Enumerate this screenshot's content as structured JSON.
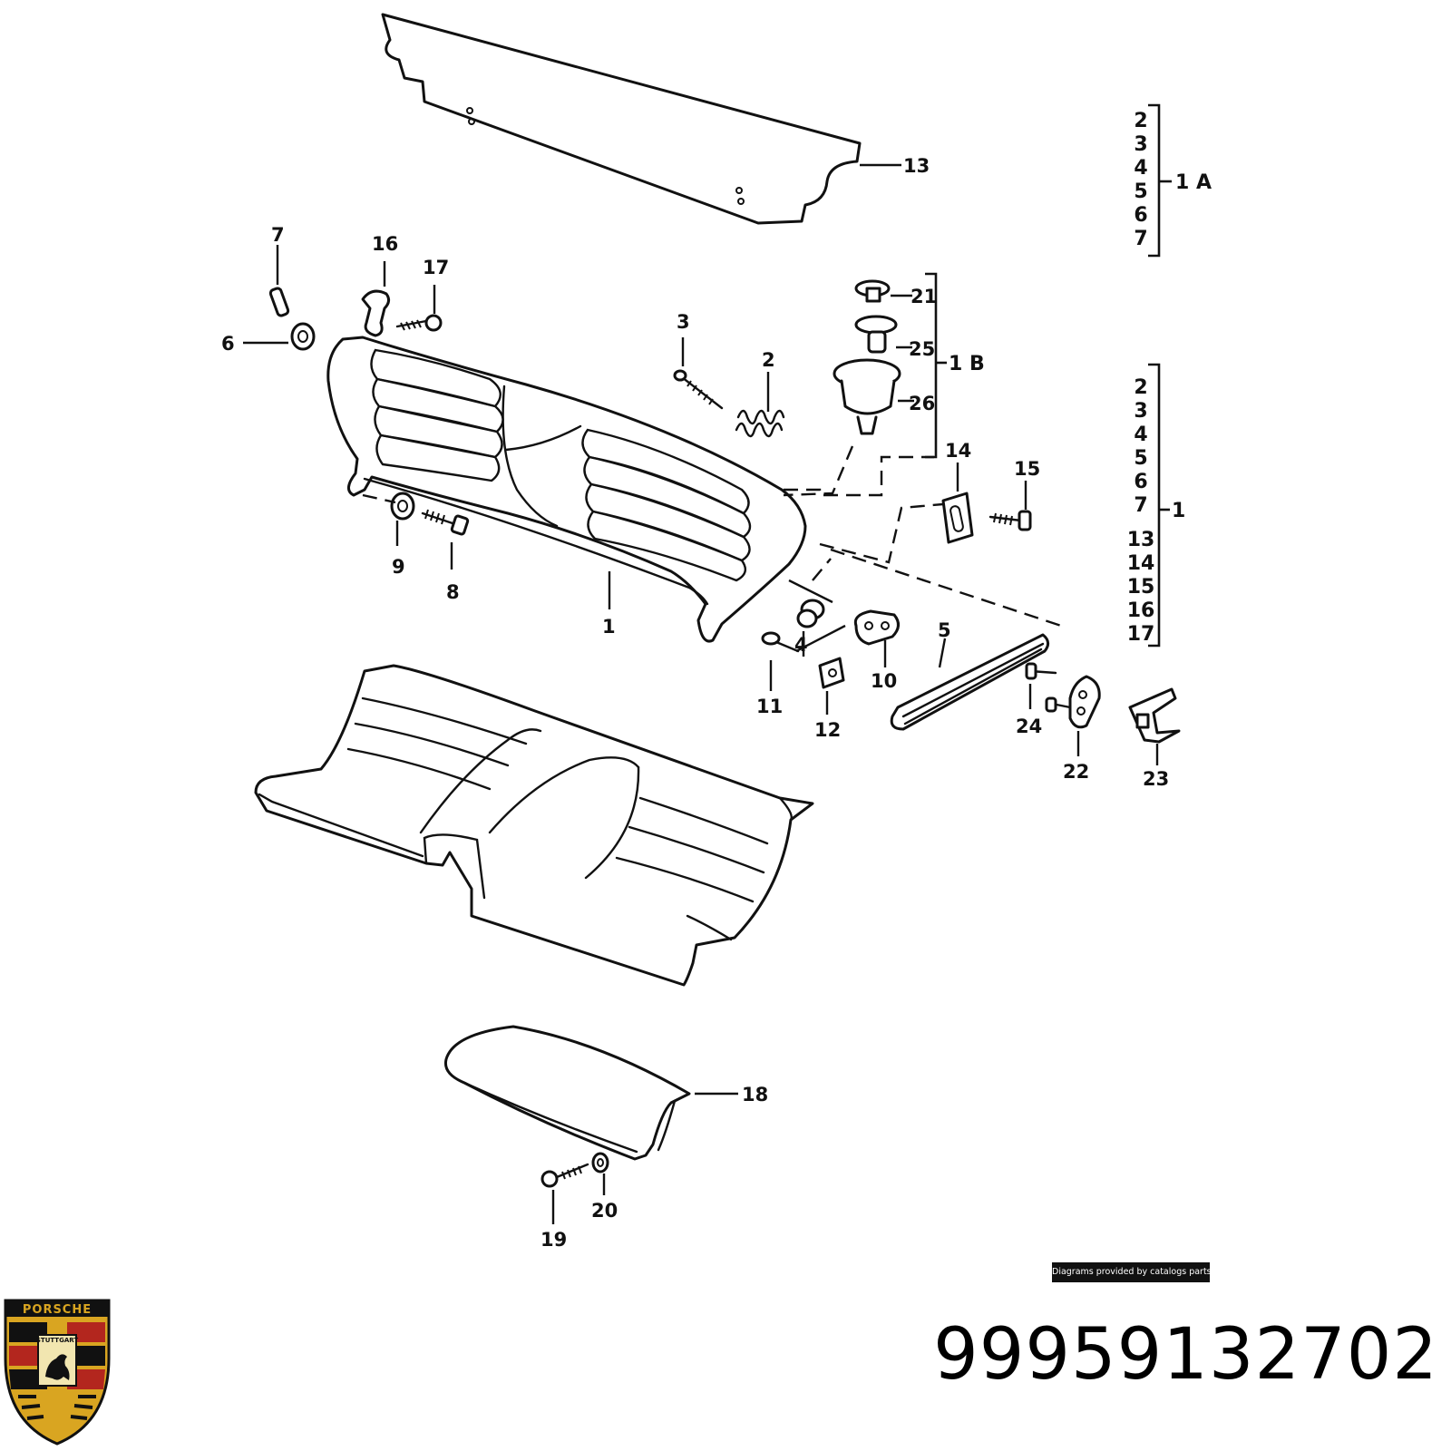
{
  "callouts": [
    {
      "id": "c13",
      "text": "13"
    },
    {
      "id": "c7",
      "text": "7"
    },
    {
      "id": "c16",
      "text": "16"
    },
    {
      "id": "c17",
      "text": "17"
    },
    {
      "id": "c6",
      "text": "6"
    },
    {
      "id": "c3",
      "text": "3"
    },
    {
      "id": "c2",
      "text": "2"
    },
    {
      "id": "c21",
      "text": "21"
    },
    {
      "id": "c25",
      "text": "25"
    },
    {
      "id": "c26",
      "text": "26"
    },
    {
      "id": "c14",
      "text": "14"
    },
    {
      "id": "c15",
      "text": "15"
    },
    {
      "id": "c9",
      "text": "9"
    },
    {
      "id": "c8",
      "text": "8"
    },
    {
      "id": "c1",
      "text": "1"
    },
    {
      "id": "c4",
      "text": "4"
    },
    {
      "id": "c10",
      "text": "10"
    },
    {
      "id": "c5",
      "text": "5"
    },
    {
      "id": "c11",
      "text": "11"
    },
    {
      "id": "c12",
      "text": "12"
    },
    {
      "id": "c24",
      "text": "24"
    },
    {
      "id": "c22",
      "text": "22"
    },
    {
      "id": "c23",
      "text": "23"
    },
    {
      "id": "c18",
      "text": "18"
    },
    {
      "id": "c19",
      "text": "19"
    },
    {
      "id": "c20",
      "text": "20"
    }
  ],
  "groups": {
    "group_1a": {
      "items": [
        "2",
        "3",
        "4",
        "5",
        "6",
        "7"
      ],
      "label": "1 A"
    },
    "group_1b": {
      "items": [
        "21",
        "25",
        "26"
      ],
      "label": "1 B"
    },
    "group_1": {
      "items": [
        "2",
        "3",
        "4",
        "5",
        "6",
        "7",
        "13",
        "14",
        "15",
        "16",
        "17"
      ],
      "label": "1"
    }
  },
  "credit": "Diagrams provided by catalogs parts",
  "part_number": "99959132702",
  "logo": {
    "brand": "PORSCHE",
    "city": "STUTTGART",
    "colors": {
      "gold": "#d9a521",
      "black": "#111111",
      "red": "#b3261e"
    }
  }
}
